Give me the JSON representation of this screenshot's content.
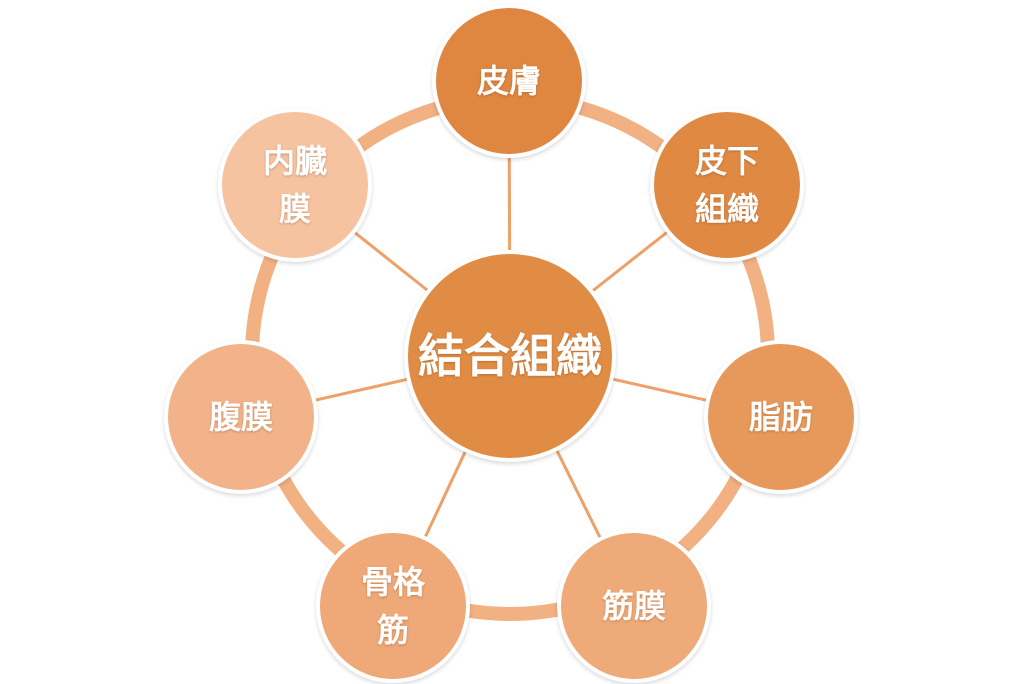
{
  "center": {
    "label": "結合組織",
    "color": "#E08C45"
  },
  "nodes": [
    {
      "id": "skin",
      "label": "皮膚",
      "color": "#DF8641"
    },
    {
      "id": "subcutaneous",
      "label": "皮下\n組織",
      "color": "#E08943"
    },
    {
      "id": "fat",
      "label": "脂肪",
      "color": "#E6995B"
    },
    {
      "id": "fascia",
      "label": "筋膜",
      "color": "#EEAA78"
    },
    {
      "id": "skeletal-muscle",
      "label": "骨格\n筋",
      "color": "#EFA877"
    },
    {
      "id": "peritoneum",
      "label": "腹膜",
      "color": "#F2B38A"
    },
    {
      "id": "visceral-membrane",
      "label": "内臓\n膜",
      "color": "#F6C3A1"
    }
  ],
  "ring_color": "#F2B182",
  "line_color": "#EDA068"
}
